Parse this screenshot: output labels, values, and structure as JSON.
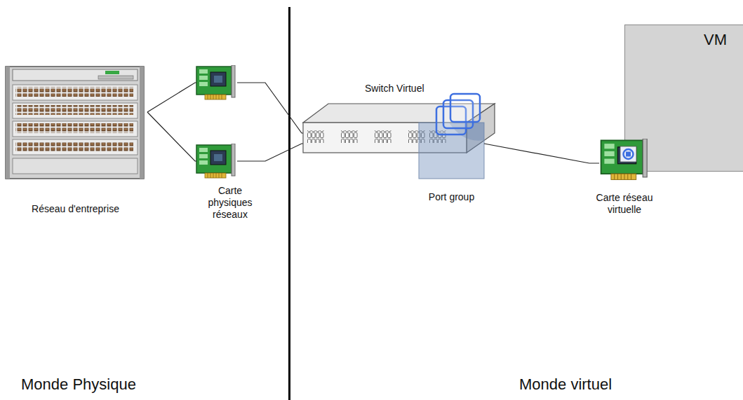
{
  "diagram": {
    "nodes": [
      {
        "text": [
          "Réseau d'entreprise"
        ]
      },
      {
        "text": [
          "Carte physiques réseaux"
        ]
      },
      {
        "text": [
          "Switch Virtuel"
        ]
      },
      {
        "text": [
          "Port group"
        ]
      },
      {
        "text": [
          "Carte réseau virtuelle"
        ]
      },
      {
        "text": [
          "VM"
        ]
      }
    ],
    "edges": [
      {
        "from": 0,
        "to": 1,
        "arrow": "none"
      },
      {
        "from": 1,
        "to": 2,
        "arrow": "none"
      },
      {
        "from": 3,
        "to": 4,
        "arrow": "none"
      }
    ],
    "labels": [
      "Monde Physique",
      "Monde virtuel"
    ]
  }
}
